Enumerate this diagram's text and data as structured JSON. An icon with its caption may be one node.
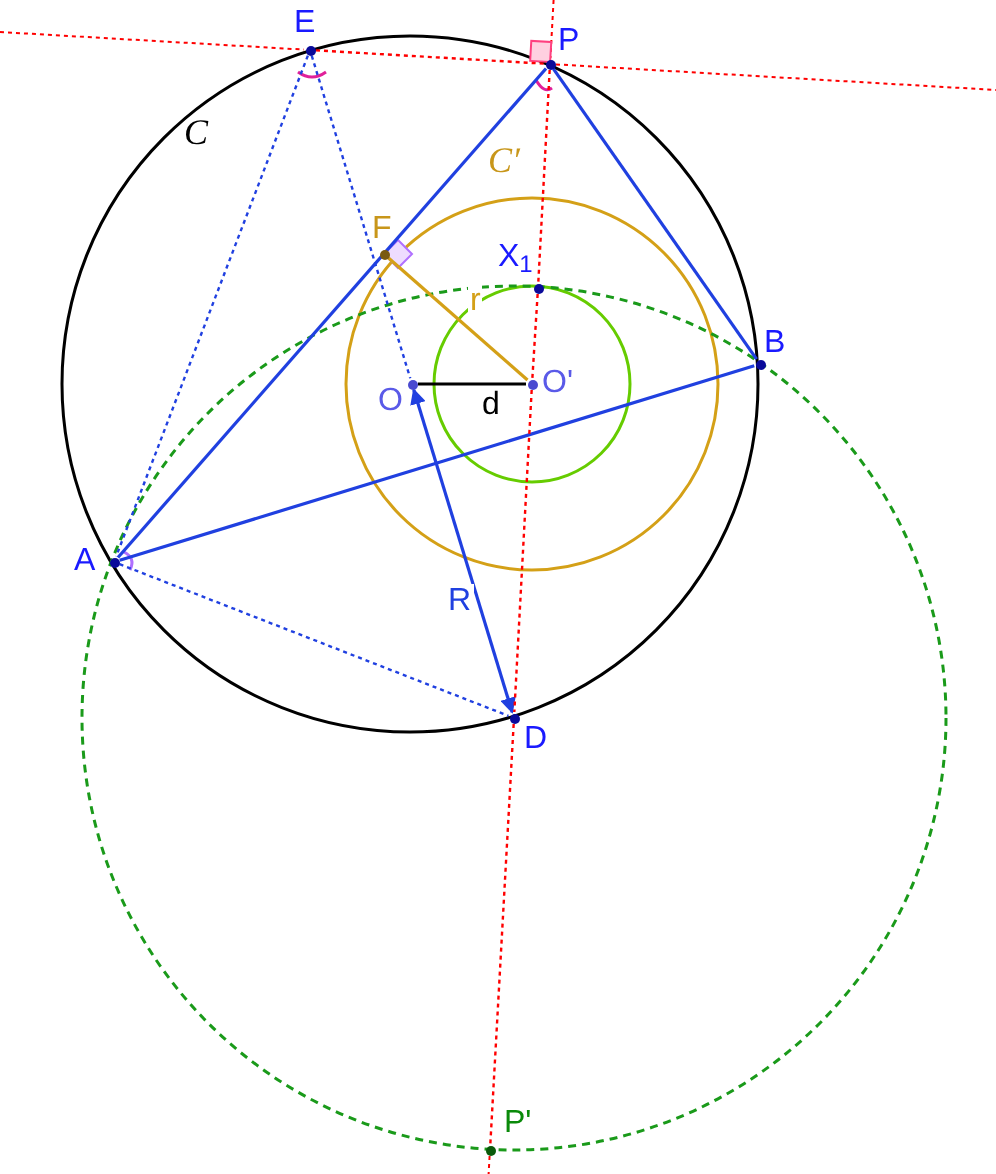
{
  "diagram": {
    "nodes": [
      {
        "text": [
          "E"
        ]
      },
      {
        "text": [
          "P"
        ]
      },
      {
        "text": [
          "F"
        ]
      },
      {
        "text": [
          "X$_{1}$"
        ]
      },
      {
        "text": [
          "B"
        ]
      },
      {
        "text": [
          "O"
        ]
      },
      {
        "text": [
          "O'"
        ]
      },
      {
        "text": [
          "A"
        ]
      },
      {
        "text": [
          "D"
        ]
      },
      {
        "text": [
          "P'"
        ]
      }
    ],
    "edges": [
      {
        "from": 1,
        "to": 7,
        "arrow": "none"
      },
      {
        "from": 1,
        "to": 4,
        "arrow": "none"
      },
      {
        "from": 7,
        "to": 4,
        "arrow": "none"
      },
      {
        "from": 0,
        "to": 7,
        "arrow": "none",
        "style": "dashed"
      },
      {
        "from": 0,
        "to": 5,
        "arrow": "none",
        "style": "dashed"
      },
      {
        "from": 7,
        "to": 8,
        "arrow": "none",
        "style": "dashed"
      },
      {
        "from": 5,
        "to": 8,
        "arrow": "both",
        "label": "R"
      },
      {
        "from": 5,
        "to": 6,
        "arrow": "none",
        "label": "d",
        "color": "#000000"
      },
      {
        "from": 2,
        "to": 6,
        "arrow": "none",
        "label": "r",
        "color": "#d4a017"
      },
      {
        "from": 0,
        "to": 1,
        "arrow": "none",
        "style": "dashed",
        "color": "#ff0000"
      },
      {
        "from": 1,
        "to": 3,
        "arrow": "none",
        "style": "dashed",
        "color": "#ff0000"
      },
      {
        "from": 3,
        "to": 6,
        "arrow": "none",
        "style": "dashed",
        "color": "#ff0000"
      },
      {
        "from": 6,
        "to": 8,
        "arrow": "none",
        "style": "dashed",
        "color": "#ff0000"
      },
      {
        "from": 8,
        "to": 9,
        "arrow": "none",
        "style": "dashed",
        "color": "#ff0000"
      }
    ],
    "labels": [
      "C",
      "C′"
    ]
  }
}
